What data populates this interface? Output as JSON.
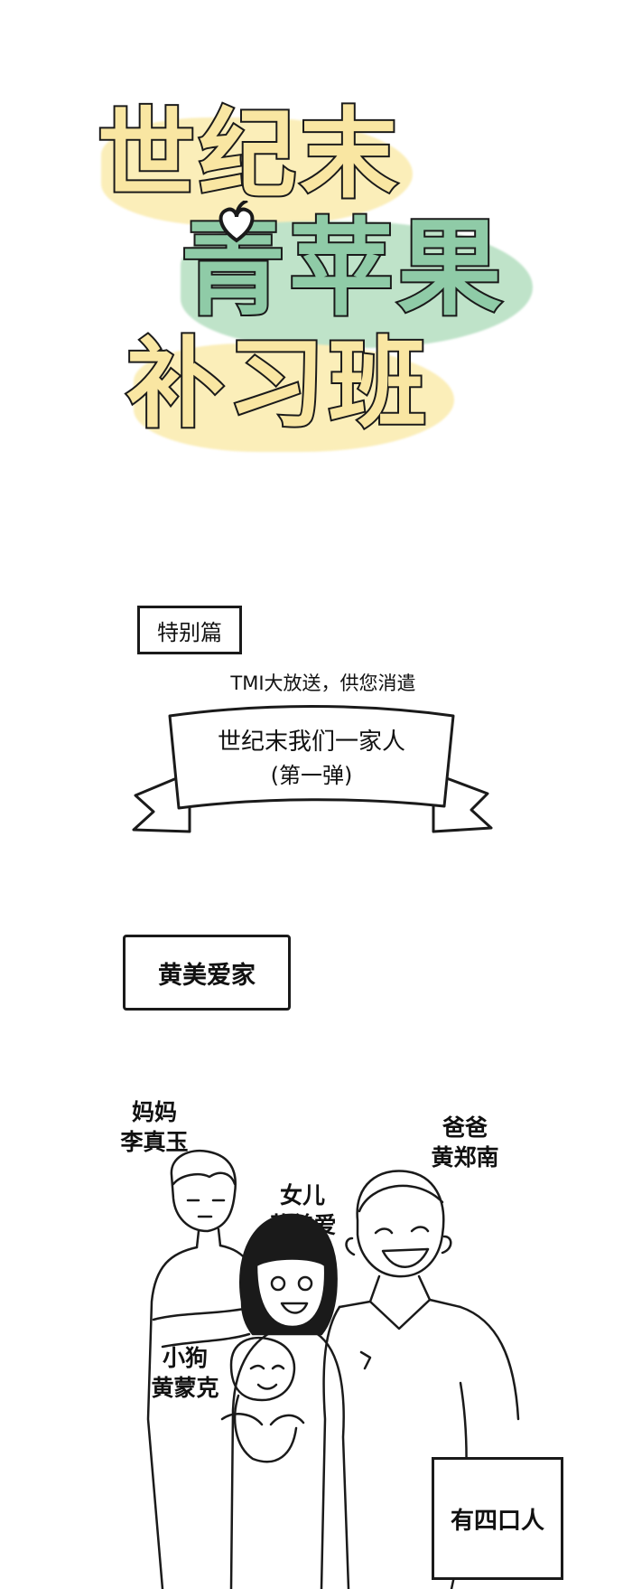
{
  "title": {
    "line1": "世纪末",
    "line2": "青苹果",
    "line3": "补习班"
  },
  "colors": {
    "title_yellow": "#f9e6a2",
    "title_green": "#8fcba7",
    "ink": "#1a1a1a"
  },
  "special_tag": "特别篇",
  "tagline": "TMI大放送，供您消遣",
  "ribbon": {
    "line1": "世纪末我们一家人",
    "line2": "(第一弹)"
  },
  "family_box": "黄美爱家",
  "characters": {
    "mom": {
      "role": "妈妈",
      "name": "李真玉"
    },
    "dad": {
      "role": "爸爸",
      "name": "黄郑南"
    },
    "daughter": {
      "role": "女儿",
      "name": "黄美爱"
    },
    "dog": {
      "role": "小狗",
      "name": "黄蒙克"
    }
  },
  "count_box": "有四口人"
}
